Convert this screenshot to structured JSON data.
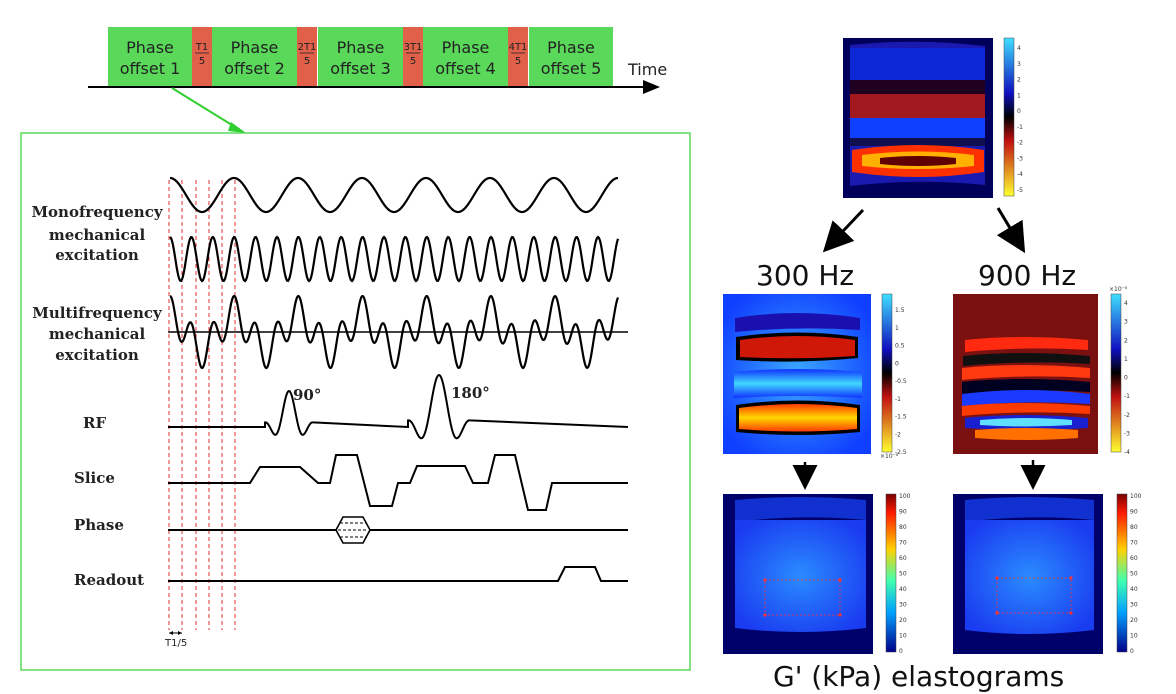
{
  "timeline": {
    "time_label": "Time",
    "phase_word": "Phase",
    "offsets": [
      "offset 1",
      "offset 2",
      "offset 3",
      "offset 4",
      "offset 5"
    ],
    "fractions": [
      {
        "num": "T1",
        "den": "5"
      },
      {
        "num": "2T1",
        "den": "5"
      },
      {
        "num": "3T1",
        "den": "5"
      },
      {
        "num": "4T1",
        "den": "5"
      }
    ],
    "colors": {
      "phase": "#5ad85a",
      "delay": "#e0604a"
    }
  },
  "sequence": {
    "labels": {
      "mono": [
        "Monofrequency",
        "mechanical",
        "excitation"
      ],
      "multi": [
        "Multifrequency",
        "mechanical",
        "excitation"
      ],
      "rf": "RF",
      "slice": "Slice",
      "phase": "Phase",
      "readout": "Readout"
    },
    "angle_90": "90°",
    "angle_180": "180°",
    "step_label": "T1/5"
  },
  "maps": {
    "freq_300": "300 Hz",
    "freq_900": "900 Hz",
    "caption": "G' (kPa) elastograms",
    "colorbar_top_ticks": [
      "4",
      "3",
      "2",
      "1",
      "0",
      "-1",
      "-2",
      "-3",
      "-4",
      "-5"
    ],
    "colorbar_300_ticks": [
      "1.5",
      "1",
      "0.5",
      "0",
      "-0.5",
      "-1",
      "-1.5",
      "-2",
      "-2.5"
    ],
    "colorbar_900_ticks": [
      "4",
      "3",
      "2",
      "1",
      "0",
      "-1",
      "-2",
      "-3",
      "-4"
    ],
    "colorbar_scale_300": "×10⁻⁶",
    "colorbar_scale_900": "×10⁻⁶",
    "colorbar_g_ticks": [
      "100",
      "90",
      "80",
      "70",
      "60",
      "50",
      "40",
      "30",
      "20",
      "10",
      "0"
    ]
  }
}
